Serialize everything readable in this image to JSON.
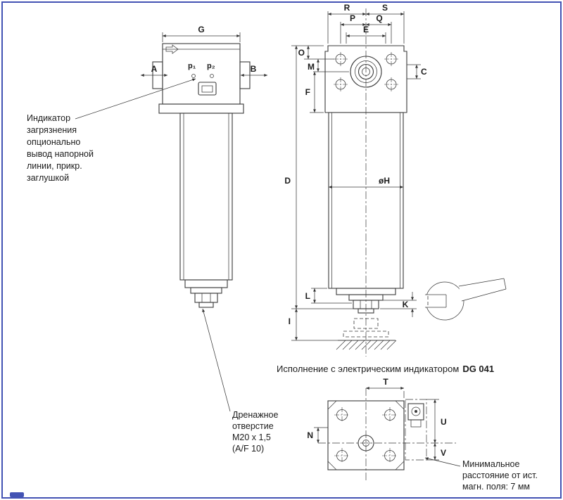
{
  "page": {
    "border_color": "#4353b4"
  },
  "front_view": {
    "dims": {
      "G": "G",
      "A": "A",
      "B": "B",
      "p1": "p₁",
      "p2": "p₂"
    },
    "indicator_note": {
      "lines": [
        "Индикатор",
        "загрязнения",
        "опционально",
        "вывод напорной",
        "линии, прикр.",
        "заглушкой"
      ]
    },
    "drain_note": {
      "lines": [
        "Дренажное",
        "отверстие",
        "M20 x 1,5",
        "(A/F 10)"
      ]
    }
  },
  "side_view": {
    "dims": {
      "R": "R",
      "S": "S",
      "P": "P",
      "Q": "Q",
      "E": "E",
      "O": "O",
      "M": "M",
      "C": "C",
      "F": "F",
      "D": "D",
      "H": "øH",
      "L": "L",
      "I": "I",
      "K": "K"
    }
  },
  "caption": {
    "text": "Исполнение с электрическим индикатором",
    "bold": "DG 041"
  },
  "bottom_view": {
    "dims": {
      "T": "T",
      "N": "N",
      "U": "U",
      "V": "V"
    },
    "magnet_note": {
      "lines": [
        "Минимальное",
        "расстояние от ист.",
        "магн. поля: 7 мм"
      ]
    }
  }
}
